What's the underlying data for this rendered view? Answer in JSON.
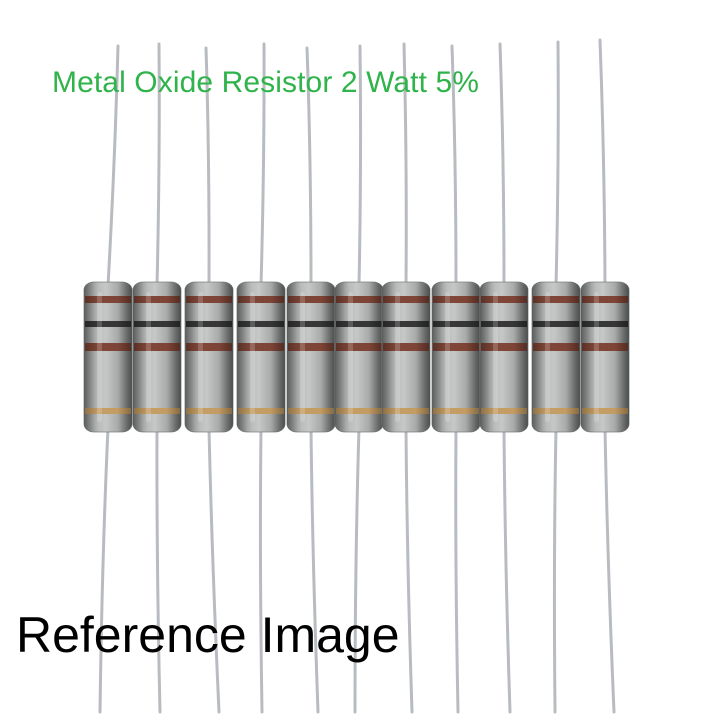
{
  "product_title": "Metal Oxide Resistor 2 Watt 5%",
  "caption": "Reference Image",
  "colors": {
    "title": "#2fb34a",
    "caption": "#000000",
    "background": "#ffffff",
    "resistor_body": "#a3a6a5",
    "band_brown": "#7a3c2c",
    "band_black": "#2b2b2b",
    "band_gold": "#c49a5c",
    "lead_wire": "#b8bcc0"
  },
  "photo": {
    "subject": "resistor",
    "resistor_count": 11
  }
}
